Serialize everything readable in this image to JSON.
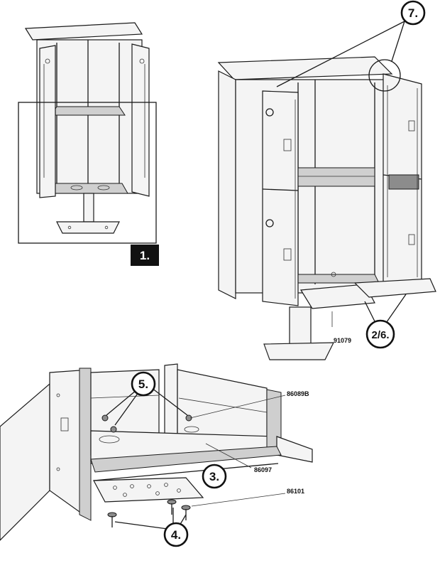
{
  "step_labels": {
    "step1": "1.",
    "step2_6": "2/6.",
    "step3": "3.",
    "step4": "4.",
    "step5": "5.",
    "step7": "7."
  },
  "part_numbers": {
    "shelf_part": "91079",
    "screw_top": "86089B",
    "screw_mid": "86097",
    "bracket": "86101"
  },
  "colors": {
    "line": "#1a1a1a",
    "panel": "#f4f4f4",
    "step1_badge": "#111111"
  }
}
